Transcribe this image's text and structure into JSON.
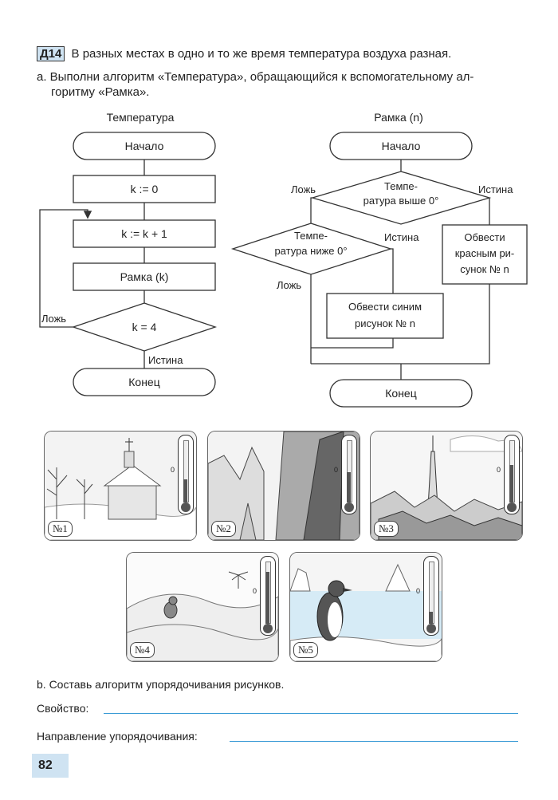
{
  "task": {
    "number": "Д14",
    "intro": "В разных местах в одно и то же время температура воздуха разная.",
    "part_a_line1": "a. Выполни алгоритм «Температура», обращающийся к вспомогательному ал-",
    "part_a_line2": "горитму «Рамка»."
  },
  "flow_left": {
    "title": "Температура",
    "start": "Начало",
    "init": "k := 0",
    "increment": "k := k + 1",
    "call": "Рамка (k)",
    "condition": "k = 4",
    "false_label": "Ложь",
    "true_label": "Истина",
    "end": "Конец"
  },
  "flow_right": {
    "title": "Рамка (n)",
    "start": "Начало",
    "cond1_line1": "Темпе-",
    "cond1_line2": "ратура выше 0°",
    "cond1_false": "Ложь",
    "cond1_true": "Истина",
    "cond2_line1": "Темпе-",
    "cond2_line2": "ратура ниже 0°",
    "cond2_true": "Истина",
    "cond2_false": "Ложь",
    "blue_line1": "Обвести синим",
    "blue_line2": "рисунок № n",
    "red_line1": "Обвести",
    "red_line2": "красным ри-",
    "red_line3": "сунок № n",
    "end": "Конец"
  },
  "pictures": [
    {
      "label": "№1",
      "zero": "0",
      "level": 0.38,
      "scene": "winter-church"
    },
    {
      "label": "№2",
      "zero": "0",
      "level": 0.5,
      "scene": "mountains"
    },
    {
      "label": "№3",
      "zero": "0",
      "level": 0.62,
      "scene": "city-tower"
    },
    {
      "label": "№4",
      "zero": "0",
      "level": 0.85,
      "scene": "desert"
    },
    {
      "label": "№5",
      "zero": "0",
      "level": 0.2,
      "scene": "antarctica-penguin"
    }
  ],
  "part_b": {
    "text": "b. Составь алгоритм упорядочивания рисунков.",
    "property_label": "Свойство:",
    "direction_label": "Направление упорядочивания:"
  },
  "page_number": "82",
  "colors": {
    "accent_blue": "#cfe3f2",
    "line_blue": "#3a9bd6"
  }
}
